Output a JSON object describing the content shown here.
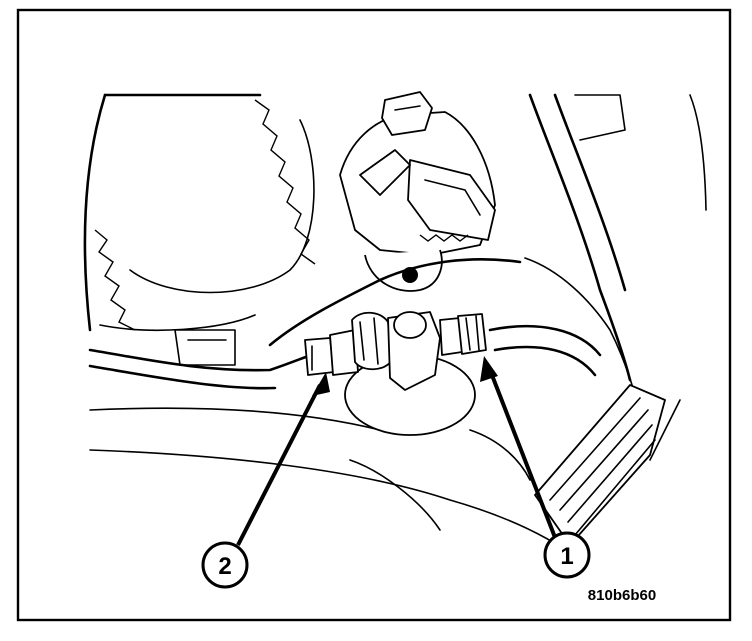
{
  "callouts": [
    {
      "label": "1",
      "name": "callout-1"
    },
    {
      "label": "2",
      "name": "callout-2"
    }
  ],
  "figure_id": "810b6b60"
}
